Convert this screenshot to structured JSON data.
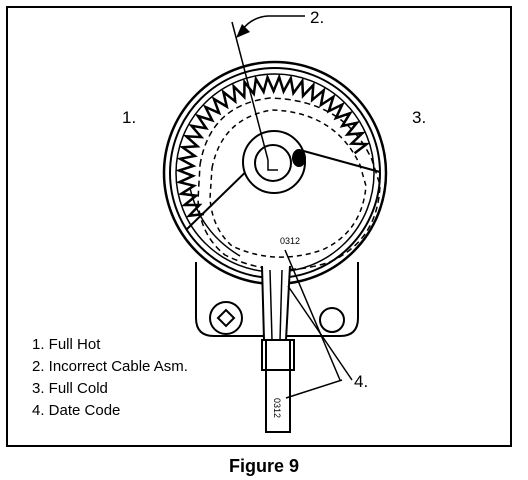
{
  "callouts": {
    "full_hot": "1.",
    "incorrect_cable": "2.",
    "full_cold": "3.",
    "date_code": "4."
  },
  "legend": [
    {
      "label": "1.  Full Hot"
    },
    {
      "label": "2.  Incorrect Cable Asm."
    },
    {
      "label": "3.  Full Cold"
    },
    {
      "label": "4.  Date Code"
    }
  ],
  "stamp_text": "0312",
  "cable_stamp_text": "0312",
  "caption": "Figure 9"
}
